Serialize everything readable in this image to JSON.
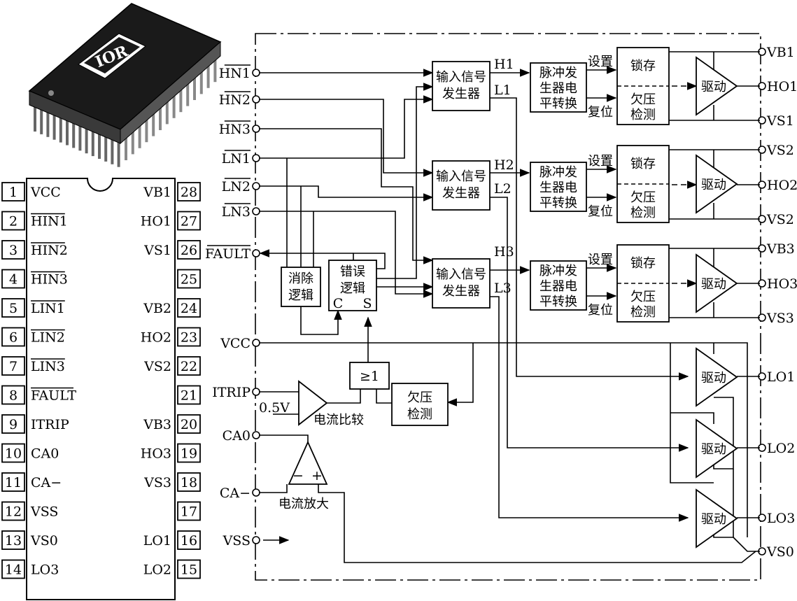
{
  "chip_logo": "IOR",
  "pins_left": [
    {
      "num": "1",
      "name": "VCC",
      "bar": false
    },
    {
      "num": "2",
      "name": "HIN1",
      "bar": true
    },
    {
      "num": "3",
      "name": "HIN2",
      "bar": true
    },
    {
      "num": "4",
      "name": "HIN3",
      "bar": true
    },
    {
      "num": "5",
      "name": "LIN1",
      "bar": true
    },
    {
      "num": "6",
      "name": "LIN2",
      "bar": true
    },
    {
      "num": "7",
      "name": "LIN3",
      "bar": true
    },
    {
      "num": "8",
      "name": "FAULT",
      "bar": true
    },
    {
      "num": "9",
      "name": "ITRIP",
      "bar": false
    },
    {
      "num": "10",
      "name": "CA0",
      "bar": false
    },
    {
      "num": "11",
      "name": "CA−",
      "bar": false
    },
    {
      "num": "12",
      "name": "VSS",
      "bar": false
    },
    {
      "num": "13",
      "name": "VS0",
      "bar": false
    },
    {
      "num": "14",
      "name": "LO3",
      "bar": false
    }
  ],
  "pins_right": [
    {
      "num": "28",
      "name": "VB1"
    },
    {
      "num": "27",
      "name": "HO1"
    },
    {
      "num": "26",
      "name": "VS1"
    },
    {
      "num": "25",
      "name": ""
    },
    {
      "num": "24",
      "name": "VB2"
    },
    {
      "num": "23",
      "name": "HO2"
    },
    {
      "num": "22",
      "name": "VS2"
    },
    {
      "num": "21",
      "name": ""
    },
    {
      "num": "20",
      "name": "VB3"
    },
    {
      "num": "19",
      "name": "HO3"
    },
    {
      "num": "18",
      "name": "VS3"
    },
    {
      "num": "17",
      "name": ""
    },
    {
      "num": "16",
      "name": "LO1"
    },
    {
      "num": "15",
      "name": "LO2"
    }
  ],
  "inputs": {
    "hn1": "HN1",
    "hn2": "HN2",
    "hn3": "HN3",
    "ln1": "LN1",
    "ln2": "LN2",
    "ln3": "LN3",
    "fault": "FAULT",
    "vcc": "VCC",
    "itrip": "ITRIP",
    "ca0": "CA0",
    "ca_minus": "CA−",
    "vss": "VSS",
    "ref": "0.5V"
  },
  "outputs": {
    "vb1": "VB1",
    "ho1": "HO1",
    "vs1": "VS1",
    "vs2_top": "VS2",
    "ho2": "HO2",
    "vs2": "VS2",
    "vb3": "VB3",
    "ho3": "HO3",
    "vs3": "VS3",
    "lo1": "LO1",
    "lo2": "LO2",
    "lo3": "LO3",
    "vs0": "VS0"
  },
  "signals": {
    "h1": "H1",
    "l1": "L1",
    "h2": "H2",
    "l2": "L2",
    "h3": "H3",
    "l3": "L3"
  },
  "blocks": {
    "input_gen_1": "输入信号",
    "input_gen_2": "发生器",
    "pulse_1": "脉冲发",
    "pulse_2": "生器电",
    "pulse_3": "平转换",
    "set": "设置",
    "reset": "复位",
    "latch": "锁存",
    "uv_1": "欠压",
    "uv_2": "检测",
    "driver": "驱动",
    "cancel_1": "消除",
    "cancel_2": "逻辑",
    "error_1": "错误",
    "error_2": "逻辑",
    "c": "C",
    "s": "S",
    "or_gate": "≥1",
    "current_compare": "电流比较",
    "current_amp": "电流放大",
    "minus": "−",
    "plus": "+"
  }
}
